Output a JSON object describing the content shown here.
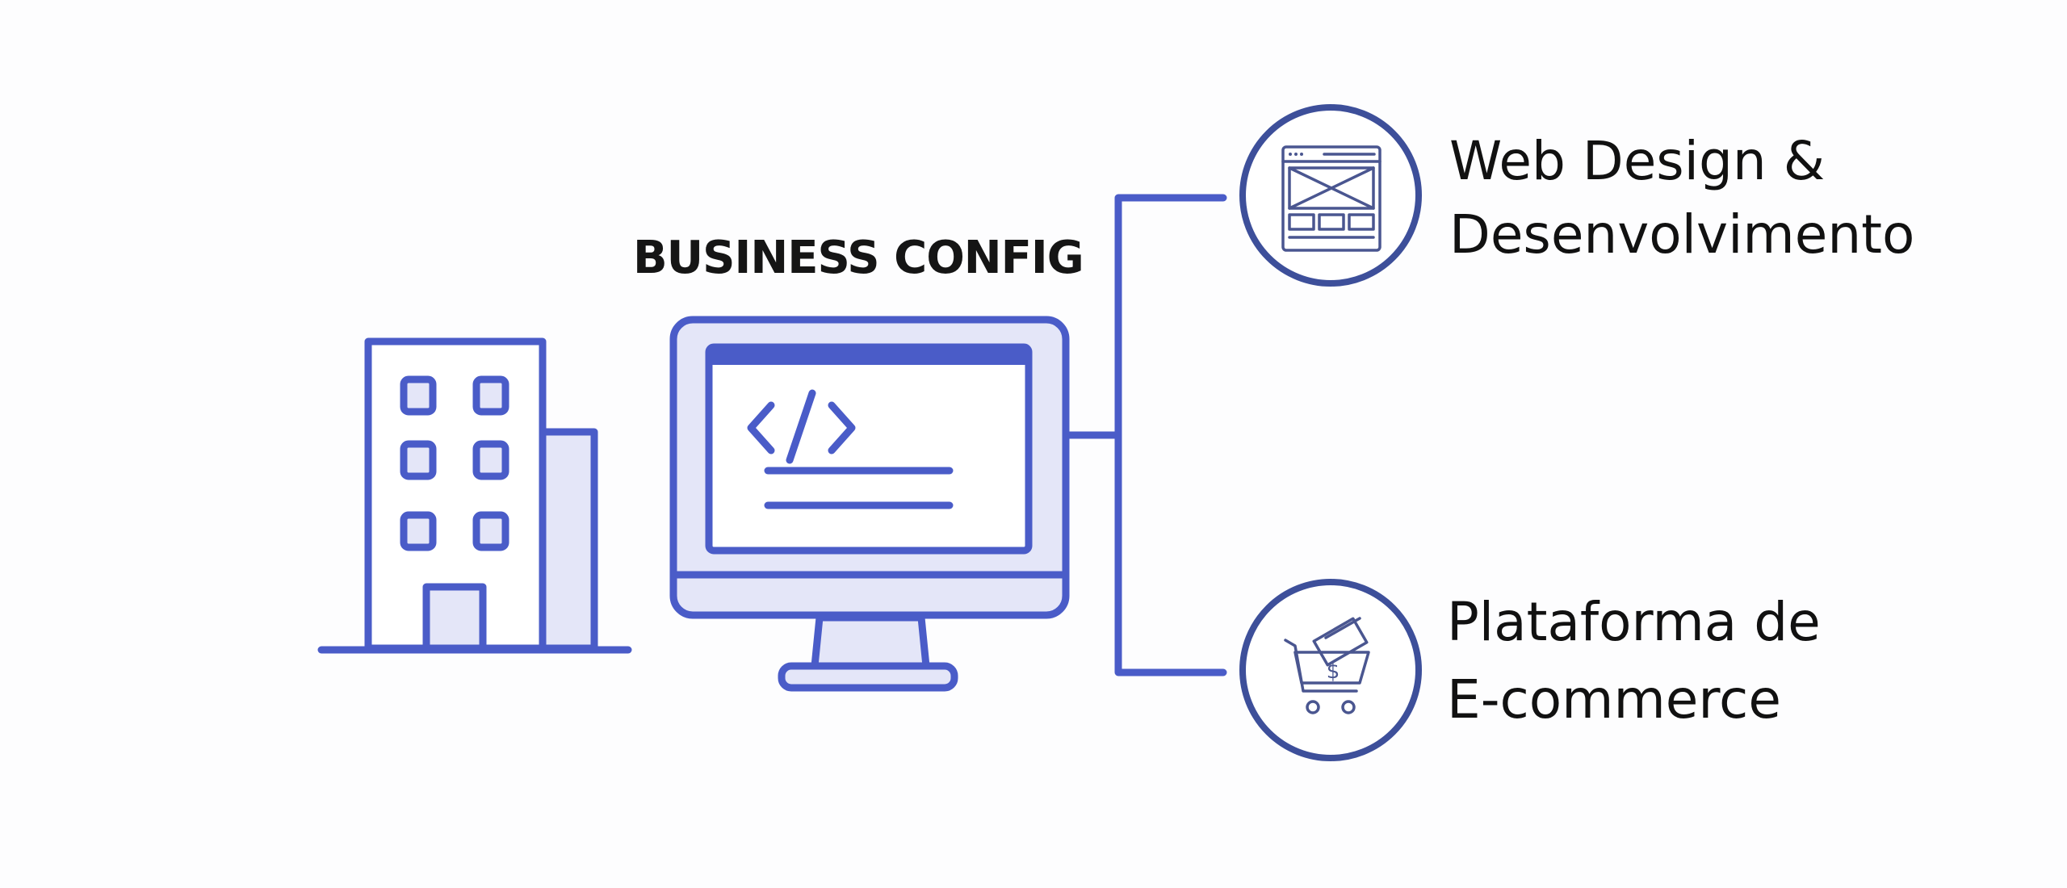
{
  "title": "BUSINESS CONFIG",
  "services": [
    {
      "icon": "web-layout-icon",
      "lines": [
        "Web Design &",
        "Desenvolvimento"
      ]
    },
    {
      "icon": "shopping-cart-icon",
      "lines": [
        "Plataforma de",
        "E-commerce"
      ],
      "icon_symbol": "$"
    }
  ],
  "colors": {
    "accent": "#4a5cc8",
    "fill": "#e4e6f8",
    "circle": "#3d4f9a",
    "text": "#111111"
  }
}
